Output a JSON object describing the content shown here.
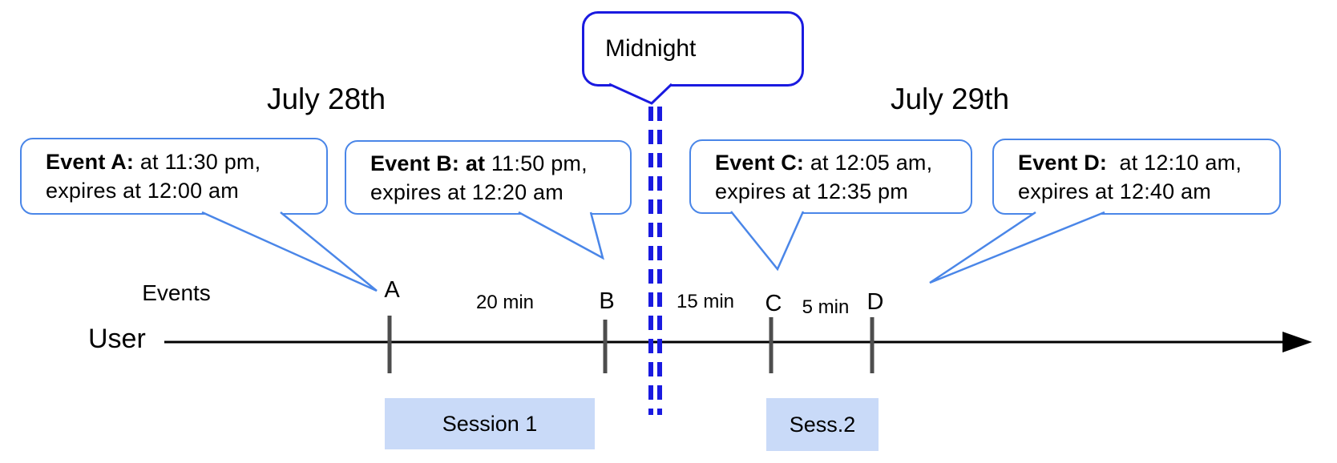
{
  "diagram": {
    "dates": {
      "left": "July 28th",
      "right": "July 29th"
    },
    "midnight": {
      "label": "Midnight"
    },
    "events": [
      {
        "id": "A",
        "title": "Event A:",
        "rest": " at 11:30 pm,",
        "line2": "expires at 12:00 am"
      },
      {
        "id": "B",
        "title": "Event B: at",
        "rest": " 11:50 pm,",
        "line2": "expires at 12:20 am"
      },
      {
        "id": "C",
        "title": "Event C:",
        "rest": " at 12:05 am,",
        "line2": "expires at 12:35 pm"
      },
      {
        "id": "D",
        "title": "Event D:",
        "rest": "  at 12:10 am,",
        "line2": "expires at 12:40 am"
      }
    ],
    "timeline": {
      "axis_label": "User",
      "events_label": "Events",
      "ticks": [
        "A",
        "B",
        "C",
        "D"
      ],
      "intervals": [
        {
          "label": "20 min",
          "between": "A-B"
        },
        {
          "label": "15 min",
          "between": "B-C"
        },
        {
          "label": "5 min",
          "between": "C-D"
        }
      ]
    },
    "sessions": [
      {
        "label": "Session 1"
      },
      {
        "label": "Sess.2"
      }
    ],
    "colors": {
      "event_bubble_blue": "#4a86e8",
      "midnight_blue": "#1a1ae0",
      "session_fill": "#c9daf8",
      "tick_gray": "#4d4d4d",
      "axis_black": "#000000"
    }
  }
}
